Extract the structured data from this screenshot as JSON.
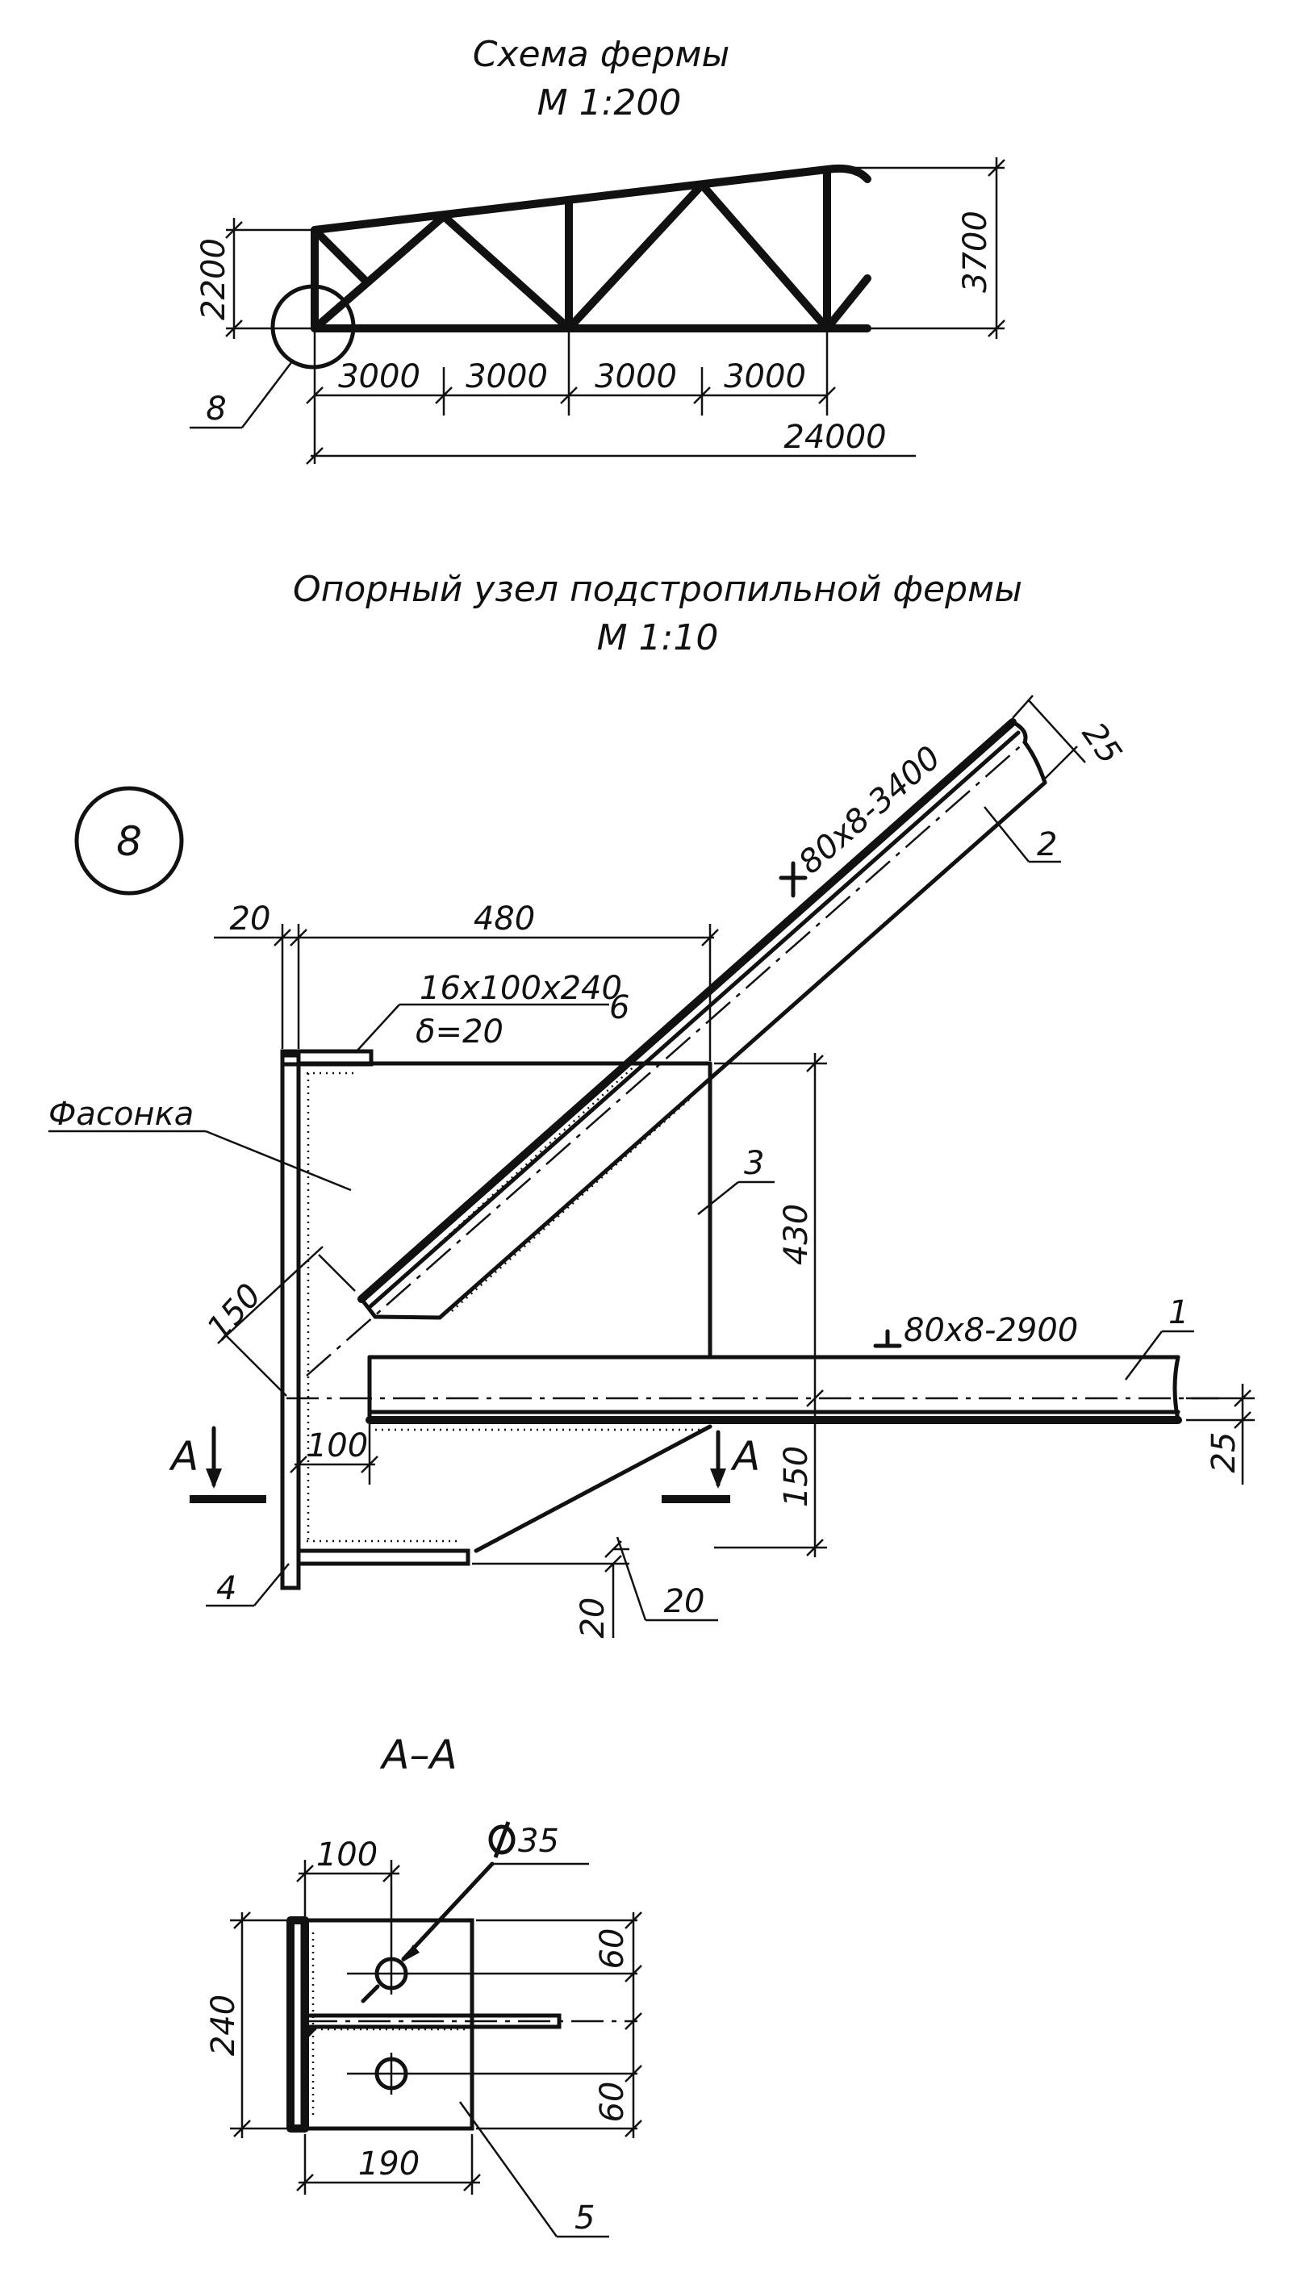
{
  "truss_scheme": {
    "title": "Схема фермы",
    "scale": "М 1:200",
    "dim_left_height": "2200",
    "dim_right_height": "3700",
    "panel_dims": [
      "3000",
      "3000",
      "3000",
      "3000"
    ],
    "dim_total_span": "24000",
    "callout_node": "8"
  },
  "support_node": {
    "title": "Опорный узел подстропильной фермы",
    "scale": "М 1:10",
    "node_mark": "8",
    "dim_20_top": "20",
    "dim_480": "480",
    "plate_spec": "16х100х240",
    "plate_mark": "6",
    "gusset_thickness": "δ=20",
    "gusset_label": "Фасонка",
    "diagonal_profile": "80х8-3400",
    "diagonal_mark": "2",
    "dim_25_top": "25",
    "stiffener_mark": "3",
    "dim_430": "430",
    "dim_150_left": "150",
    "chord_profile": "80х8-2900",
    "chord_mark": "1",
    "dim_25_right": "25",
    "dim_100": "100",
    "section_letter_left": "А",
    "section_letter_right": "А",
    "dim_150_right": "150",
    "endplate_mark": "4",
    "dim_20_vert": "20",
    "dim_20_bottom": "20"
  },
  "section_aa": {
    "title": "А–А",
    "dim_100": "100",
    "hole_diameter": "35",
    "dim_60_top": "60",
    "dim_60_bottom": "60",
    "dim_240": "240",
    "dim_190": "190",
    "plate_mark": "5"
  }
}
